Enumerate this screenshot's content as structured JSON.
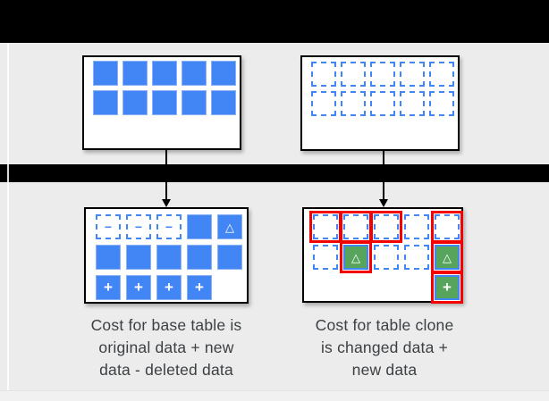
{
  "colors": {
    "bar": "#000000",
    "panel": "#ececec",
    "blue": "#4285f4",
    "green": "#57a45c",
    "red": "#f50000",
    "text": "#3c4043"
  },
  "glyphs": {
    "minus": "−",
    "plus": "+",
    "triangle": "△"
  },
  "diagram": {
    "top_row": {
      "base_table": {
        "rows": [
          [
            "solid",
            "solid",
            "solid",
            "solid",
            "solid"
          ],
          [
            "solid",
            "solid",
            "solid",
            "solid",
            "solid"
          ]
        ]
      },
      "clone_table": {
        "rows": [
          [
            "dashed",
            "dashed",
            "dashed",
            "dashed",
            "dashed"
          ],
          [
            "dashed",
            "dashed",
            "dashed",
            "dashed",
            "dashed"
          ]
        ]
      }
    },
    "bottom_row": {
      "base_table": {
        "rows": [
          [
            "dashed_minus",
            "dashed_minus",
            "dashed_minus",
            "solid",
            "solid_triangle"
          ],
          [
            "solid",
            "solid",
            "solid",
            "solid",
            "solid"
          ],
          [
            "solid_plus",
            "solid_plus",
            "solid_plus",
            "solid_plus",
            "empty"
          ]
        ]
      },
      "clone_table": {
        "rows": [
          [
            "dashed_red",
            "dashed_red",
            "dashed_red",
            "dashed",
            "dashed_red"
          ],
          [
            "dashed",
            "green_triangle_red",
            "dashed",
            "dashed",
            "green_triangle_red"
          ],
          [
            "empty",
            "empty",
            "empty",
            "empty",
            "green_plus_red"
          ]
        ]
      }
    }
  },
  "captions": {
    "base": {
      "lines": [
        "Cost for base table is",
        "original data + new",
        "data - deleted data"
      ]
    },
    "clone": {
      "lines": [
        "Cost for table clone",
        "is changed data +",
        "new data"
      ]
    }
  }
}
